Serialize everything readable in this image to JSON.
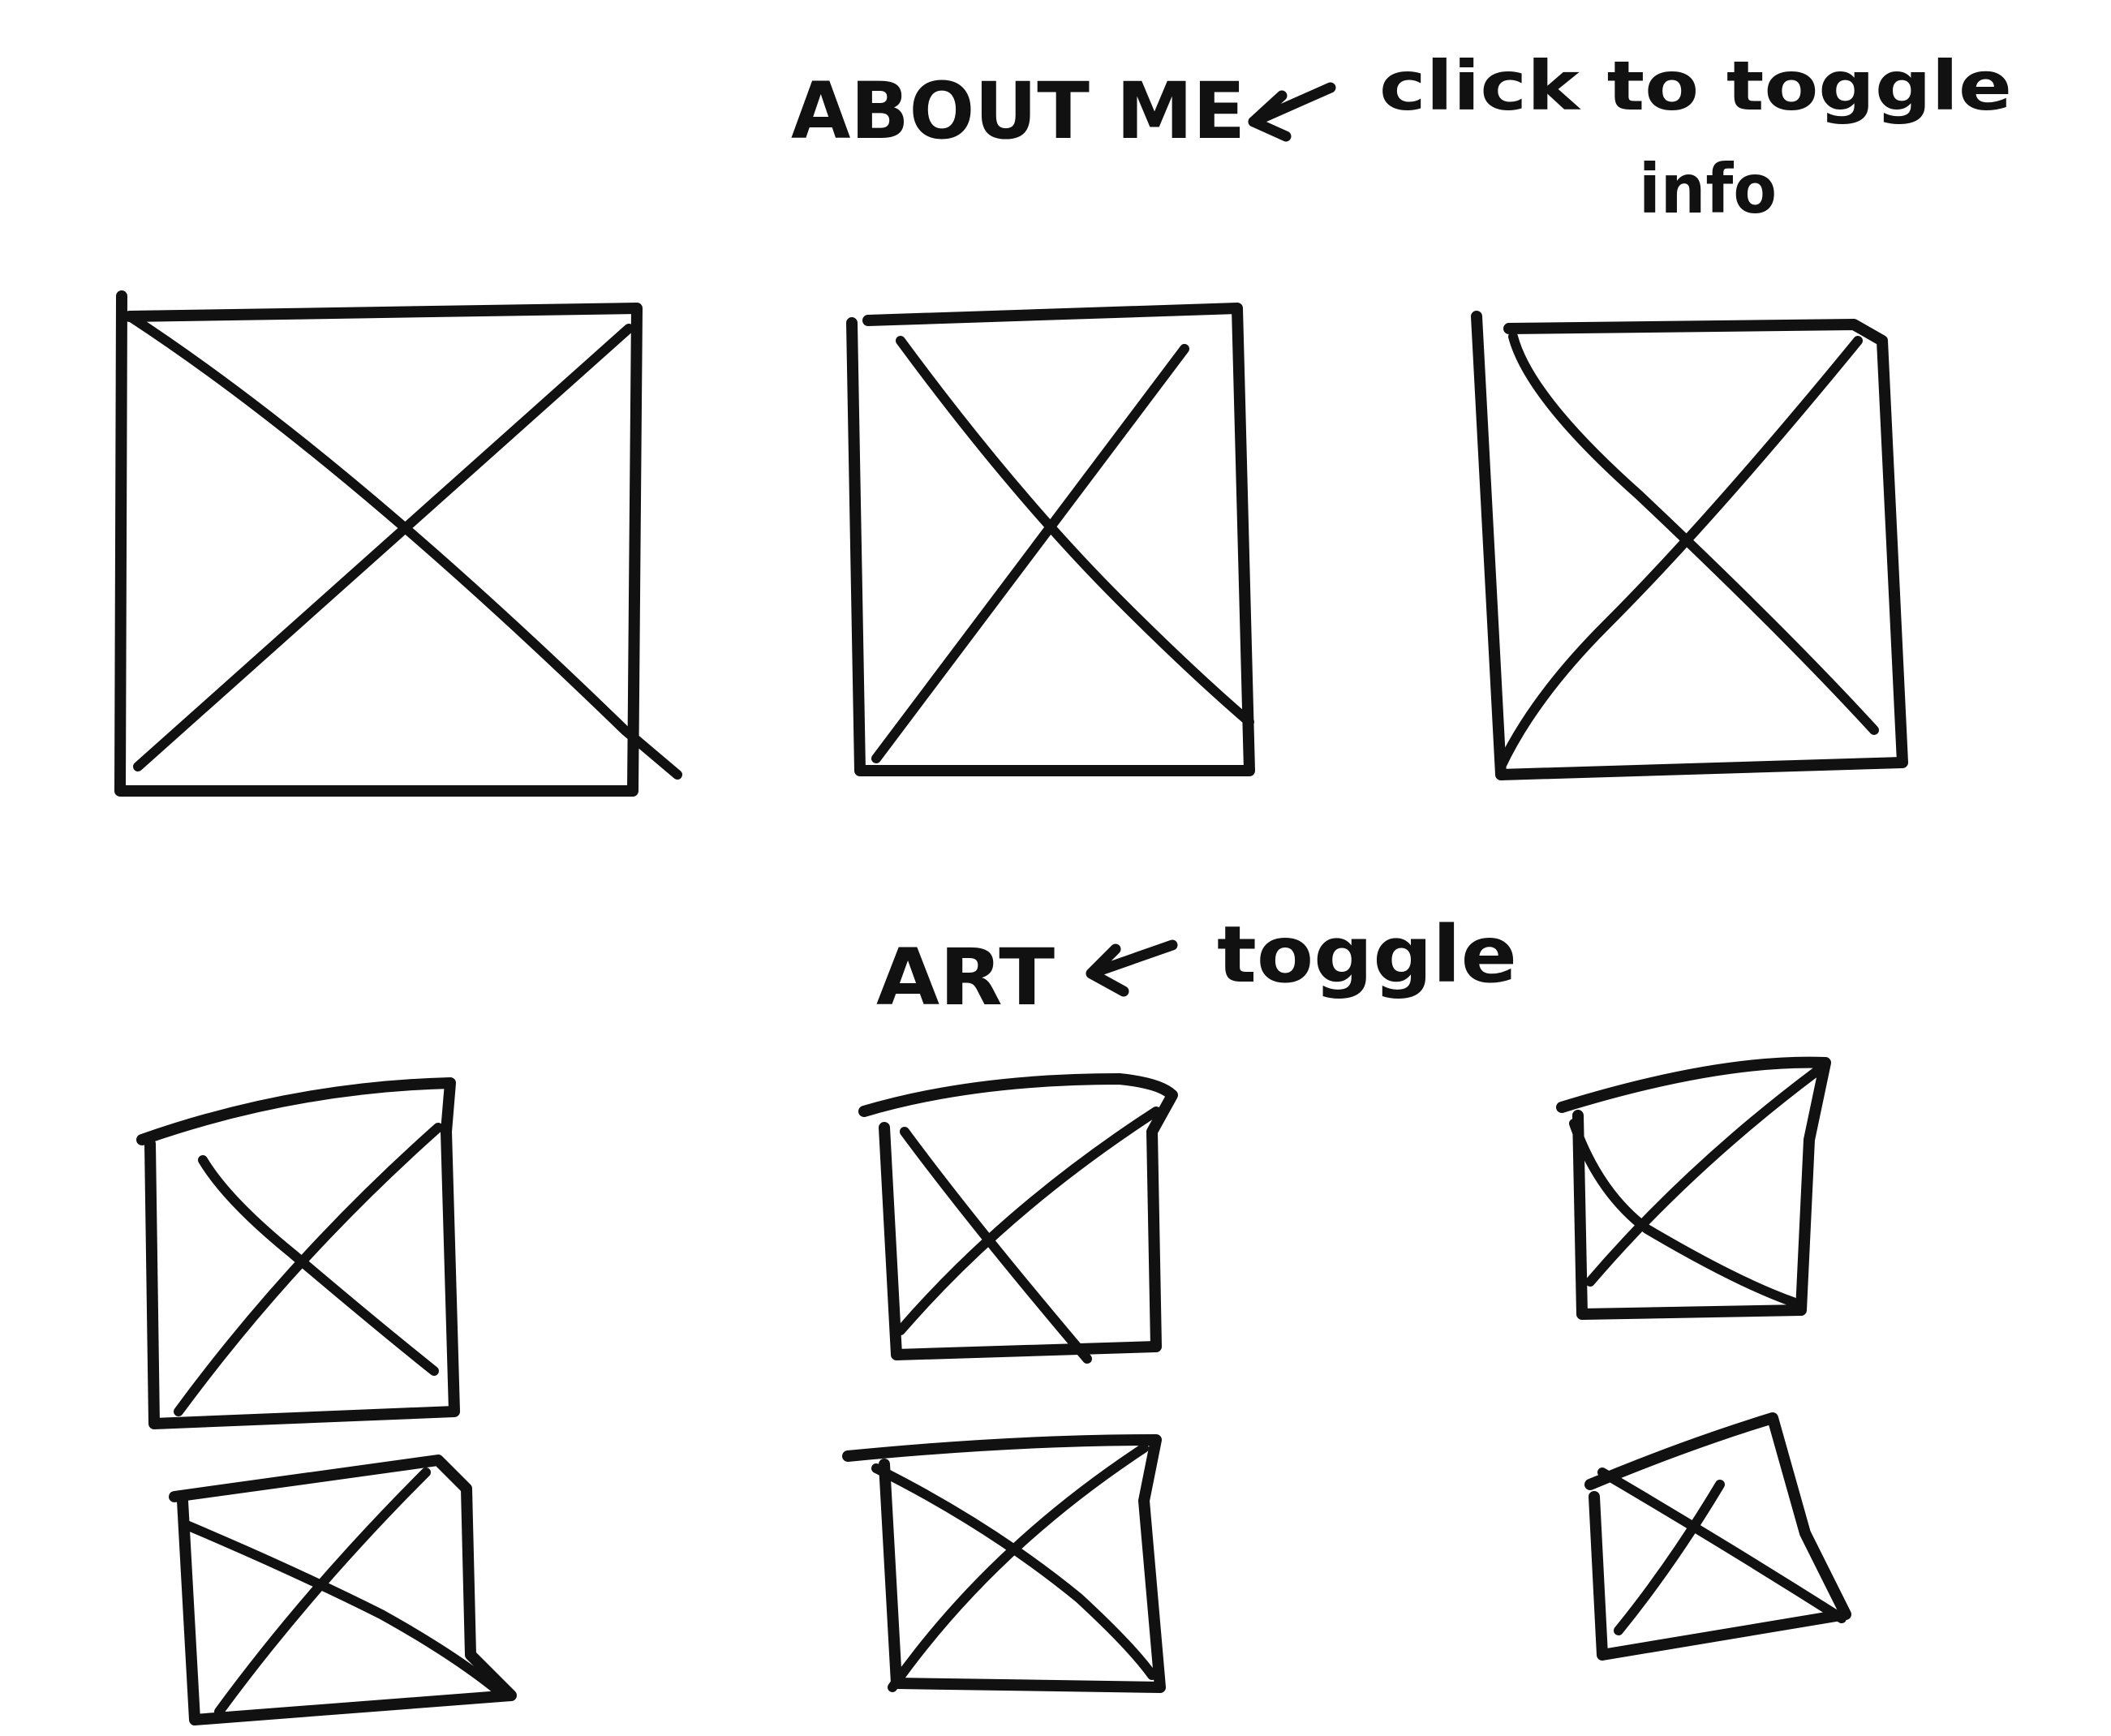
{
  "sections": {
    "about": {
      "heading": "ABOUT ME",
      "annotation_line1": "click to toggle",
      "annotation_line2": "info",
      "placeholders": [
        "image-placeholder",
        "image-placeholder",
        "image-placeholder"
      ]
    },
    "art": {
      "heading": "ART",
      "annotation": "toggle",
      "placeholders": [
        "image-placeholder",
        "image-placeholder",
        "image-placeholder",
        "image-placeholder",
        "image-placeholder",
        "image-placeholder"
      ]
    }
  },
  "colors": {
    "ink": "#111111",
    "paper": "#ffffff"
  },
  "icons": {
    "arrow": "left-arrow-icon",
    "placeholder": "image-placeholder-icon"
  }
}
